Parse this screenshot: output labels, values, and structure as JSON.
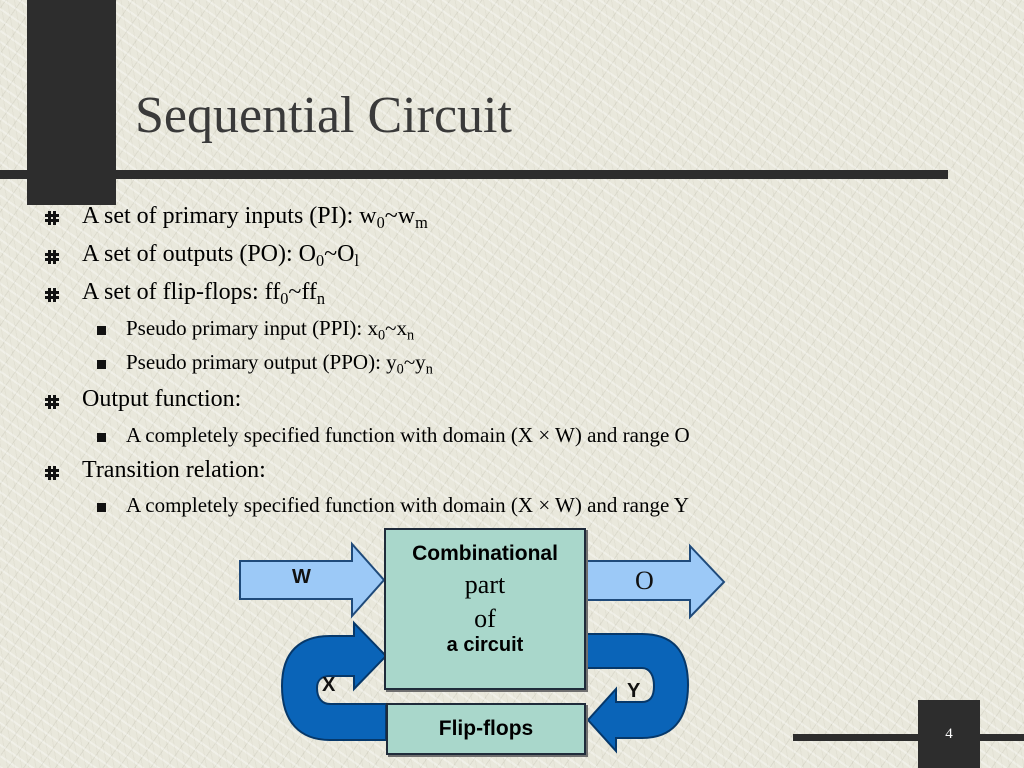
{
  "slide": {
    "title": "Sequential Circuit",
    "page_number": "4"
  },
  "bullets": [
    {
      "level": 1,
      "text": "A set of primary inputs (PI): w",
      "sub1": "0",
      "mid": "~w",
      "sub2": "m"
    },
    {
      "level": 1,
      "text": "A set of outputs (PO): O",
      "sub1": "0",
      "mid": "~O",
      "sub2": "l"
    },
    {
      "level": 1,
      "text": "A set of flip-flops: ff",
      "sub1": "0",
      "mid": "~ff",
      "sub2": "n"
    },
    {
      "level": 2,
      "text": "Pseudo primary input (PPI): x",
      "sub1": "0",
      "mid": "~x",
      "sub2": "n"
    },
    {
      "level": 2,
      "text": "Pseudo primary output (PPO): y",
      "sub1": "0",
      "mid": "~y",
      "sub2": "n"
    },
    {
      "level": 1,
      "text": "Output function:"
    },
    {
      "level": 2,
      "text": "A completely specified function with domain (X × W) and range O"
    },
    {
      "level": 1,
      "text": "Transition relation:"
    },
    {
      "level": 2,
      "text": "A completely specified function with domain (X × W) and range Y"
    }
  ],
  "diagram": {
    "combinational_box": {
      "line1": "Combinational",
      "line2": "part",
      "line3": "of",
      "line4": "a circuit"
    },
    "flipflop_box": "Flip-flops",
    "input_arrow": "W",
    "output_arrow": "O",
    "feedback_in_label": "X",
    "feedback_out_label": "Y"
  },
  "colors": {
    "background": "#e9e8dc",
    "box_fill": "#a9d7cb",
    "arrow_fill": "#9cc9f7",
    "feedback_fill": "#0a64b8",
    "title": "#3a3a3a"
  }
}
